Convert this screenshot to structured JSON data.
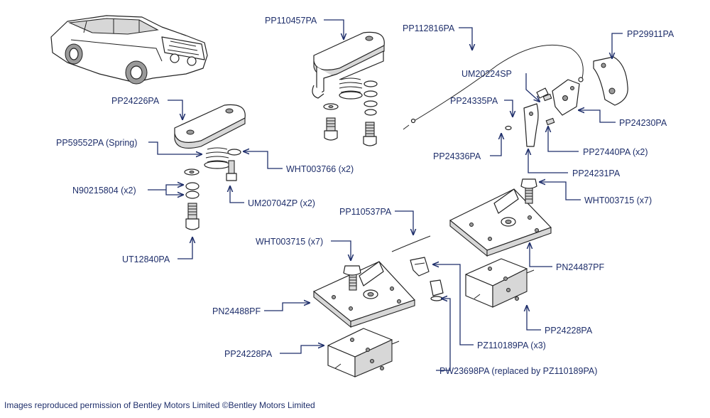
{
  "callouts": [
    {
      "id": "pp110457pa",
      "text": "PP110457PA"
    },
    {
      "id": "pp112816pa",
      "text": "PP112816PA"
    },
    {
      "id": "pp29911pa",
      "text": "PP29911PA"
    },
    {
      "id": "um20224sp",
      "text": "UM20224SP"
    },
    {
      "id": "pp24226pa",
      "text": "PP24226PA"
    },
    {
      "id": "pp24335pa",
      "text": "PP24335PA"
    },
    {
      "id": "pp24230pa",
      "text": "PP24230PA"
    },
    {
      "id": "pp59552pa",
      "text": "PP59552PA (Spring)"
    },
    {
      "id": "pp27440pa",
      "text": "PP27440PA (x2)"
    },
    {
      "id": "pp24336pa",
      "text": "PP24336PA"
    },
    {
      "id": "wht003766",
      "text": "WHT003766 (x2)"
    },
    {
      "id": "pp24231pa",
      "text": "PP24231PA"
    },
    {
      "id": "n90215804",
      "text": "N90215804 (x2)"
    },
    {
      "id": "wht003715-right",
      "text": "WHT003715 (x7)"
    },
    {
      "id": "um20704zp",
      "text": "UM20704ZP (x2)"
    },
    {
      "id": "pp110537pa",
      "text": "PP110537PA"
    },
    {
      "id": "ut12840pa",
      "text": "UT12840PA"
    },
    {
      "id": "wht003715-left",
      "text": "WHT003715 (x7)"
    },
    {
      "id": "pn24487pf",
      "text": "PN24487PF"
    },
    {
      "id": "pn24488pf",
      "text": "PN24488PF"
    },
    {
      "id": "pp24228pa-right",
      "text": "PP24228PA"
    },
    {
      "id": "pz110189pa",
      "text": "PZ110189PA (x3)"
    },
    {
      "id": "pp24228pa-left",
      "text": "PP24228PA"
    },
    {
      "id": "pw23698pa",
      "text": "PW23698PA (replaced by PZ110189PA)"
    }
  ],
  "footer": "Images reproduced permission of Bentley Motors Limited ©Bentley Motors Limited",
  "colors": {
    "label": "#1f2f6b",
    "line_art": "#222222",
    "background": "#ffffff"
  }
}
